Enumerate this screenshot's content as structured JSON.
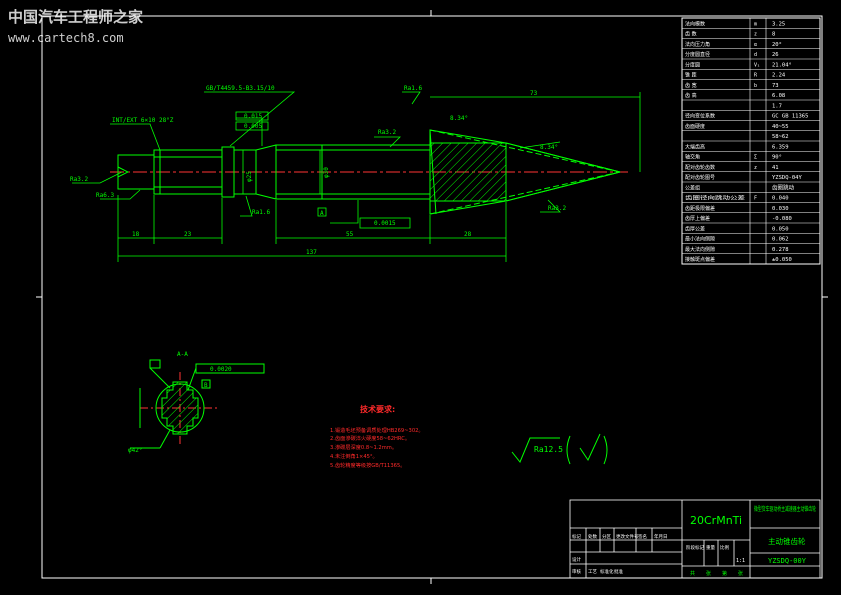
{
  "watermark": {
    "line1": "中国汽车工程师之家",
    "line2": "www.cartech8.com"
  },
  "params": [
    [
      "法向模数",
      "m",
      "3.25"
    ],
    [
      "齿 数",
      "z",
      "8"
    ],
    [
      "法向压力角",
      "α",
      "20°"
    ],
    [
      "分度圆直径",
      "d",
      "26"
    ],
    [
      "分度圆",
      "V₁",
      "21.04°"
    ],
    [
      "锥 距",
      "R",
      "2.24"
    ],
    [
      "齿 宽",
      "b",
      "73"
    ],
    [
      "齿 高",
      "",
      "6.08"
    ],
    [
      "",
      "",
      "1.7"
    ],
    [
      "径向变位系数",
      "",
      "GC GB 11365"
    ],
    [
      "齿面硬度",
      "",
      "40~55"
    ],
    [
      "",
      "",
      "58~62"
    ],
    [
      "大端齿高",
      "",
      "6.359"
    ],
    [
      "轴交角",
      "Σ",
      "90°"
    ],
    [
      "配对齿轮齿数",
      "z",
      "41"
    ],
    [
      "配对齿轮图号",
      "",
      "YZSDQ-04Y"
    ],
    [
      "公差组",
      "",
      "齿圈跳动"
    ],
    [
      "齿圈径向跳动公差",
      "F",
      "0.040"
    ],
    [
      "齿距极限偏差",
      "",
      "0.030"
    ],
    [
      "齿厚上偏差",
      "",
      "-0.080"
    ],
    [
      "齿厚公差",
      "",
      "0.050"
    ],
    [
      "最小法向侧隙",
      "",
      "0.062"
    ],
    [
      "最大法向侧隙",
      "",
      "0.278"
    ],
    [
      "接触斑点偏差",
      "",
      "±0.050"
    ]
  ],
  "dims": {
    "overall_len": "137",
    "len_a": "18",
    "len_b": "23",
    "len_c": "55",
    "len_d": "28",
    "top_len": "73",
    "dia_spline": "φ25",
    "dia_body": "φ30",
    "angle_face": "8.34°",
    "angle_top": "8.34°",
    "center_hole": "GB/T4459.5-B3.15/10"
  },
  "spline_note": "INT/EXT 6×10 28°Z",
  "roughness": [
    "Ra3.2",
    "Ra6.3",
    "Ra1.6",
    "Ra3.2",
    "Ra1.6",
    "Ra3.2",
    "Ra1.6"
  ],
  "tolerances": [
    "0.015",
    "0.005",
    "0.0015",
    "0.0020"
  ],
  "datum": {
    "a": "A",
    "b": "B",
    "section": "A-A"
  },
  "section_note": "φ42°",
  "tech_req": {
    "title": "技术要求:",
    "items": [
      "1.锻造毛坯预备调质处理HB269~302。",
      "2.齿面渗碳淬火硬度58~62HRC。",
      "3.渗碳层深度0.8~1.2mm。",
      "4.未注倒角1×45°。",
      "5.齿轮精度等级按GB/T11365。"
    ]
  },
  "roughness_symbol": "Ra12.5",
  "title_block": {
    "material": "20CrMnTi",
    "project": "微型货车驱动桥主减速器主动锥齿轮",
    "part_name": "主动锥齿轮",
    "drawing_no": "YZSDQ-00Y",
    "scale": "1:1",
    "sheet": [
      "共",
      "张",
      "第",
      "张"
    ],
    "labels": [
      "标记",
      "处数",
      "分区",
      "更改文件号",
      "签名",
      "年月日",
      "设计",
      "审核",
      "工艺",
      "标准化",
      "批准",
      "阶段标记",
      "重量",
      "比例"
    ]
  },
  "colors": {
    "frame": "#ffffff",
    "part": "#00ff00",
    "centerline": "#ff3333",
    "hatch": "#00ff00",
    "text_red": "#ff2a2a",
    "title": "#00ff00"
  }
}
